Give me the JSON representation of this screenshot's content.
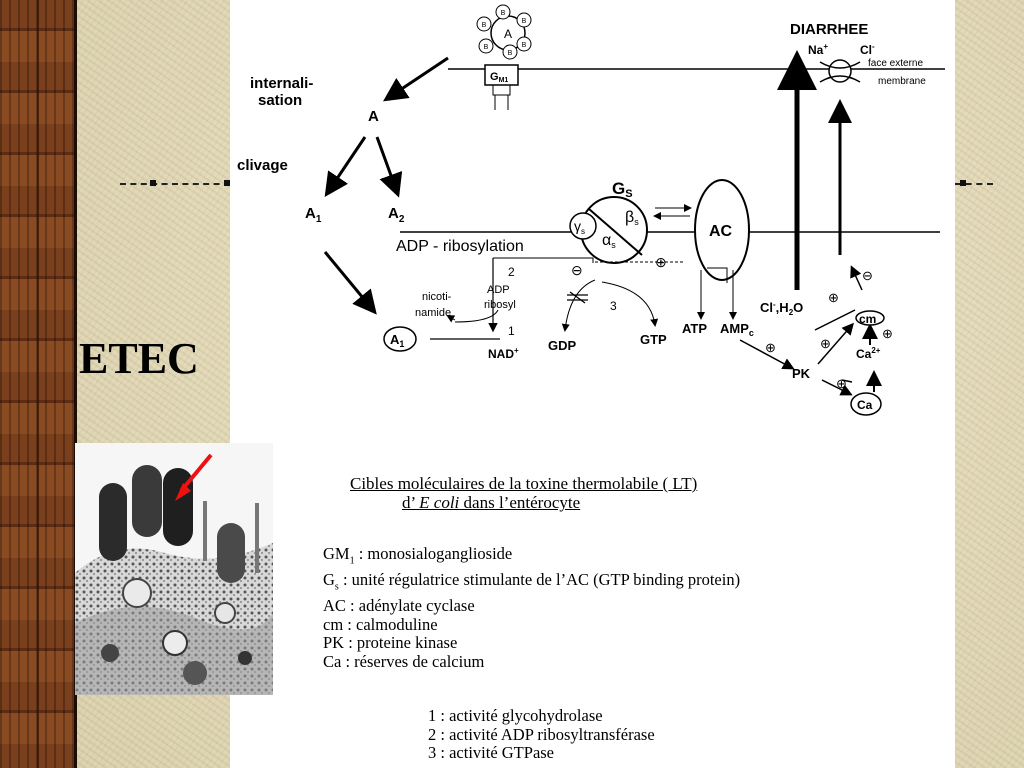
{
  "slide_title": "ETEC",
  "caption": {
    "line1": "Cibles  moléculaires de la toxine thermolabile  ( LT)",
    "line2_prefix": "d’ ",
    "line2_italic": "E coli",
    "line2_suffix": "  dans l’entérocyte"
  },
  "legend": [
    {
      "abbr": "GM",
      "sub": "1",
      "text": " : monosialoganglioside"
    },
    {
      "abbr": "G",
      "sub": "s",
      "text": " : unité régulatrice  stimulante de l’AC (GTP binding protein)"
    },
    {
      "abbr": "AC",
      "sub": "",
      "text": " : adénylate cyclase"
    },
    {
      "abbr": "cm",
      "sub": "",
      "text": " : calmoduline"
    },
    {
      "abbr": "PK",
      "sub": "",
      "text": " : proteine  kinase"
    },
    {
      "abbr": "Ca",
      "sub": "",
      "text": " : réserves de calcium"
    }
  ],
  "activities": [
    "1 : activité  glycohydrolase",
    "2 : activité  ADP  ribosyltransférase",
    "3 : activité  GTPase"
  ],
  "diagram": {
    "diarrhee": "DIARRHEE",
    "na": "Na",
    "na_sup": "+",
    "cl": "Cl",
    "cl_sup": "-",
    "face_externe": "face externe",
    "membrane": "membrane",
    "internalisation_1": "internali-",
    "internalisation_2": "sation",
    "a": "A",
    "clivage": "clivage",
    "a1": "A",
    "a1_sub": "1",
    "a2": "A",
    "a2_sub": "2",
    "gm1": "G",
    "gm1_sub": "M1",
    "toxin_a": "A",
    "toxin_b": "B",
    "gs": "G",
    "gs_sub": "S",
    "gamma_s": "γ",
    "beta_s": "β",
    "alpha_s": "α",
    "subunit_sub": "s",
    "adp_ribosylation": "ADP - ribosylation",
    "ac": "AC",
    "num1": "1",
    "num2": "2",
    "num3": "3",
    "nicotinamide_1": "nicoti-",
    "nicotinamide_2": "namide",
    "adp_ribosyl_1": "ADP",
    "adp_ribosyl_2": "ribosyl",
    "nad": "NAD",
    "nad_sup": "+",
    "gdp": "GDP",
    "gtp": "GTP",
    "atp": "ATP",
    "amp": "AMP",
    "amp_sub": "c",
    "cl_h2o": "Cl",
    "h2o": "H",
    "h2o_sub": "2",
    "h2o_o": "O",
    "cm": "cm",
    "ca2": "Ca",
    "ca2_sup": "2+",
    "pk": "PK",
    "ca": "Ca",
    "plus": "⊕",
    "minus": "⊖"
  }
}
